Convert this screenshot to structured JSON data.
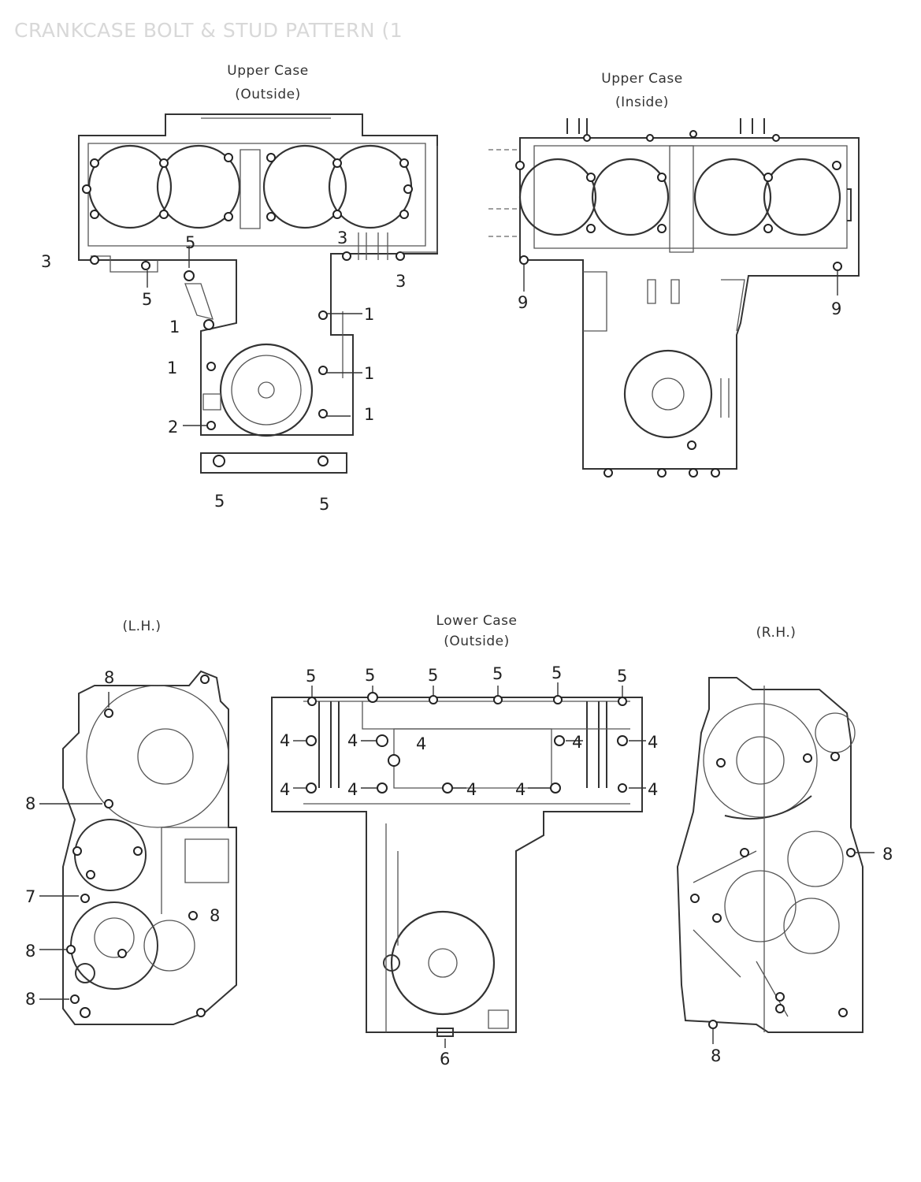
{
  "page": {
    "title": "CRANKCASE BOLT & STUD PATTERN (1"
  },
  "views": {
    "upper_outside_line1": "Upper Case",
    "upper_outside_line2": "(Outside)",
    "upper_inside_line1": "Upper Case",
    "upper_inside_line2": "(Inside)",
    "lh": "(L.H.)",
    "lower_outside_line1": "Lower Case",
    "lower_outside_line2": "(Outside)",
    "rh": "(R.H.)"
  },
  "callouts": {
    "upper_outside": [
      "3",
      "5",
      "5",
      "3",
      "3",
      "1",
      "1",
      "1",
      "1",
      "2",
      "1",
      "5",
      "5"
    ],
    "upper_inside": [
      "9",
      "9"
    ],
    "lower_outside": [
      "5",
      "5",
      "5",
      "5",
      "5",
      "5",
      "4",
      "4",
      "4",
      "4",
      "4",
      "4",
      "4",
      "4",
      "4",
      "4",
      "6"
    ],
    "lh": [
      "8",
      "8",
      "7",
      "8",
      "8",
      "8"
    ],
    "rh": [
      "8",
      "8"
    ]
  }
}
